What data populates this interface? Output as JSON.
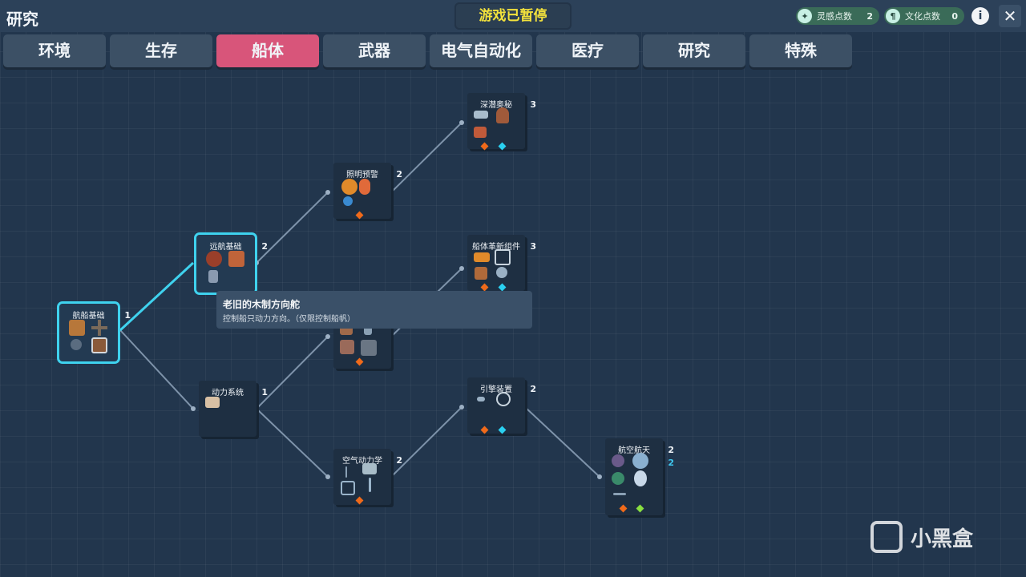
{
  "header": {
    "title": "研究",
    "paused_label": "游戏已暂停",
    "inspiration": {
      "label": "灵感点数",
      "value": "2"
    },
    "culture": {
      "label": "文化点数",
      "value": "0"
    },
    "info_glyph": "i",
    "close_glyph": "✕"
  },
  "tabs": [
    {
      "label": "环境"
    },
    {
      "label": "生存"
    },
    {
      "label": "船体",
      "active": true
    },
    {
      "label": "武器"
    },
    {
      "label": "电气自动化"
    },
    {
      "label": "医疗"
    },
    {
      "label": "研究"
    },
    {
      "label": "特殊"
    }
  ],
  "nodes": {
    "n1": {
      "name": "航船基础",
      "cost": "1",
      "icons": [
        "wood-plank-icon",
        "cross-frame-icon",
        "anchor-icon",
        "crate-icon"
      ]
    },
    "n2": {
      "name": "远航基础",
      "cost": "2",
      "icons": [
        "helm-icon",
        "hull-frame-icon",
        "rudder-icon"
      ]
    },
    "n3": {
      "name": "照明预警",
      "cost": "2",
      "icons": [
        "lantern-icon",
        "capsule-light-icon",
        "bell-icon"
      ]
    },
    "n4": {
      "name": "深潜奥秘",
      "cost": "3",
      "icons": [
        "drill-icon",
        "buoy-icon",
        "box-icon"
      ]
    },
    "n5": {
      "name": "船体革新组件",
      "cost": "3",
      "icons": [
        "motor-icon",
        "frame-icon",
        "barrel-icon",
        "gear-icon"
      ]
    },
    "n6": {
      "name": "",
      "cost": "",
      "icons": [
        "block-icon",
        "stand-icon",
        "machine-icon",
        "panel-icon"
      ]
    },
    "n7": {
      "name": "动力系统",
      "cost": "1",
      "icons": [
        "engine-part-icon"
      ]
    },
    "n8": {
      "name": "空气动力学",
      "cost": "2",
      "icons": [
        "rod-icon",
        "sail-icon",
        "square-frame-icon",
        "pole-icon"
      ]
    },
    "n9": {
      "name": "引擎装置",
      "cost": "2",
      "icons": [
        "thruster-icon",
        "crosshair-icon"
      ]
    },
    "n10": {
      "name": "航空航天",
      "cost": "2",
      "cost2": "2",
      "icons": [
        "orb-icon",
        "fan-icon",
        "core-icon",
        "propeller-icon",
        "wave-icon"
      ]
    }
  },
  "tooltip": {
    "title": "老旧的木制方向舵",
    "desc": "控制船只动力方向。（仅限控制船帆）"
  },
  "watermark": {
    "text": "小黑盒"
  },
  "colors": {
    "accent": "#3fd2ee",
    "active_tab": "#d8557a",
    "paused_text": "#f3e23c"
  }
}
